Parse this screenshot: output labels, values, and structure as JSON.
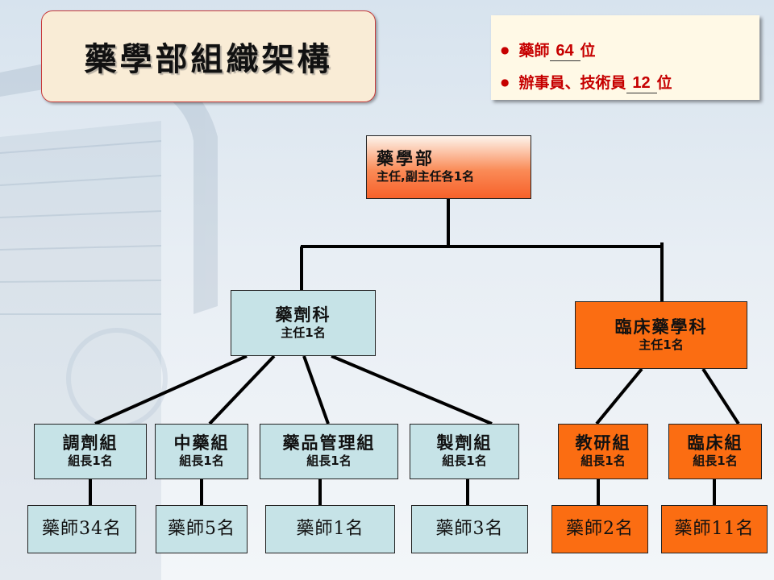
{
  "title": "藥學部組織架構",
  "info": {
    "pharmacists_label": "藥師",
    "pharmacists_count": "64",
    "pharmacists_unit": "位",
    "staff_label": "辦事員、技術員",
    "staff_count": "12",
    "staff_unit": "位"
  },
  "org": {
    "root": {
      "name": "藥學部",
      "head": "主任,副主任各1名"
    },
    "dispensing": {
      "name": "藥劑科",
      "head": "主任1名"
    },
    "clinical": {
      "name": "臨床藥學科",
      "head": "主任1名"
    },
    "groups": [
      {
        "name": "調劑組",
        "leader": "組長1名",
        "staff": "藥師34名"
      },
      {
        "name": "中藥組",
        "leader": "組長1名",
        "staff": "藥師5名"
      },
      {
        "name": "藥品管理組",
        "leader": "組長1名",
        "staff": "藥師1名"
      },
      {
        "name": "製劑組",
        "leader": "組長1名",
        "staff": "藥師3名"
      },
      {
        "name": "教研組",
        "leader": "組長1名",
        "staff": "藥師2名"
      },
      {
        "name": "臨床組",
        "leader": "組長1名",
        "staff": "藥師11名"
      }
    ]
  },
  "colors": {
    "cyan_box": "#c6e3e7",
    "orange_box": "#fb6d12",
    "accent_red": "#c60000"
  }
}
